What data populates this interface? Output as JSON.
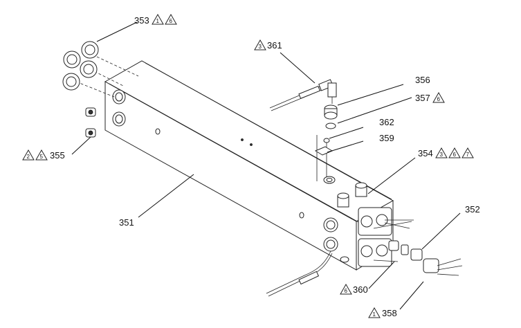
{
  "callouts": [
    {
      "id": "353",
      "label": "353",
      "warnings": [
        "1",
        "6"
      ]
    },
    {
      "id": "361",
      "label": "361",
      "warnings": [
        "3"
      ]
    },
    {
      "id": "356",
      "label": "356",
      "warnings": []
    },
    {
      "id": "357",
      "label": "357",
      "warnings": [
        "6"
      ]
    },
    {
      "id": "362",
      "label": "362",
      "warnings": []
    },
    {
      "id": "359",
      "label": "359",
      "warnings": []
    },
    {
      "id": "354",
      "label": "354",
      "warnings": [
        "3",
        "6",
        "7"
      ]
    },
    {
      "id": "355",
      "label": "355",
      "warnings": [
        "2",
        "5"
      ]
    },
    {
      "id": "352",
      "label": "352",
      "warnings": []
    },
    {
      "id": "351",
      "label": "351",
      "warnings": []
    },
    {
      "id": "360",
      "label": "360",
      "warnings": [
        "6"
      ]
    },
    {
      "id": "358",
      "label": "358",
      "warnings": [
        "1"
      ]
    }
  ]
}
